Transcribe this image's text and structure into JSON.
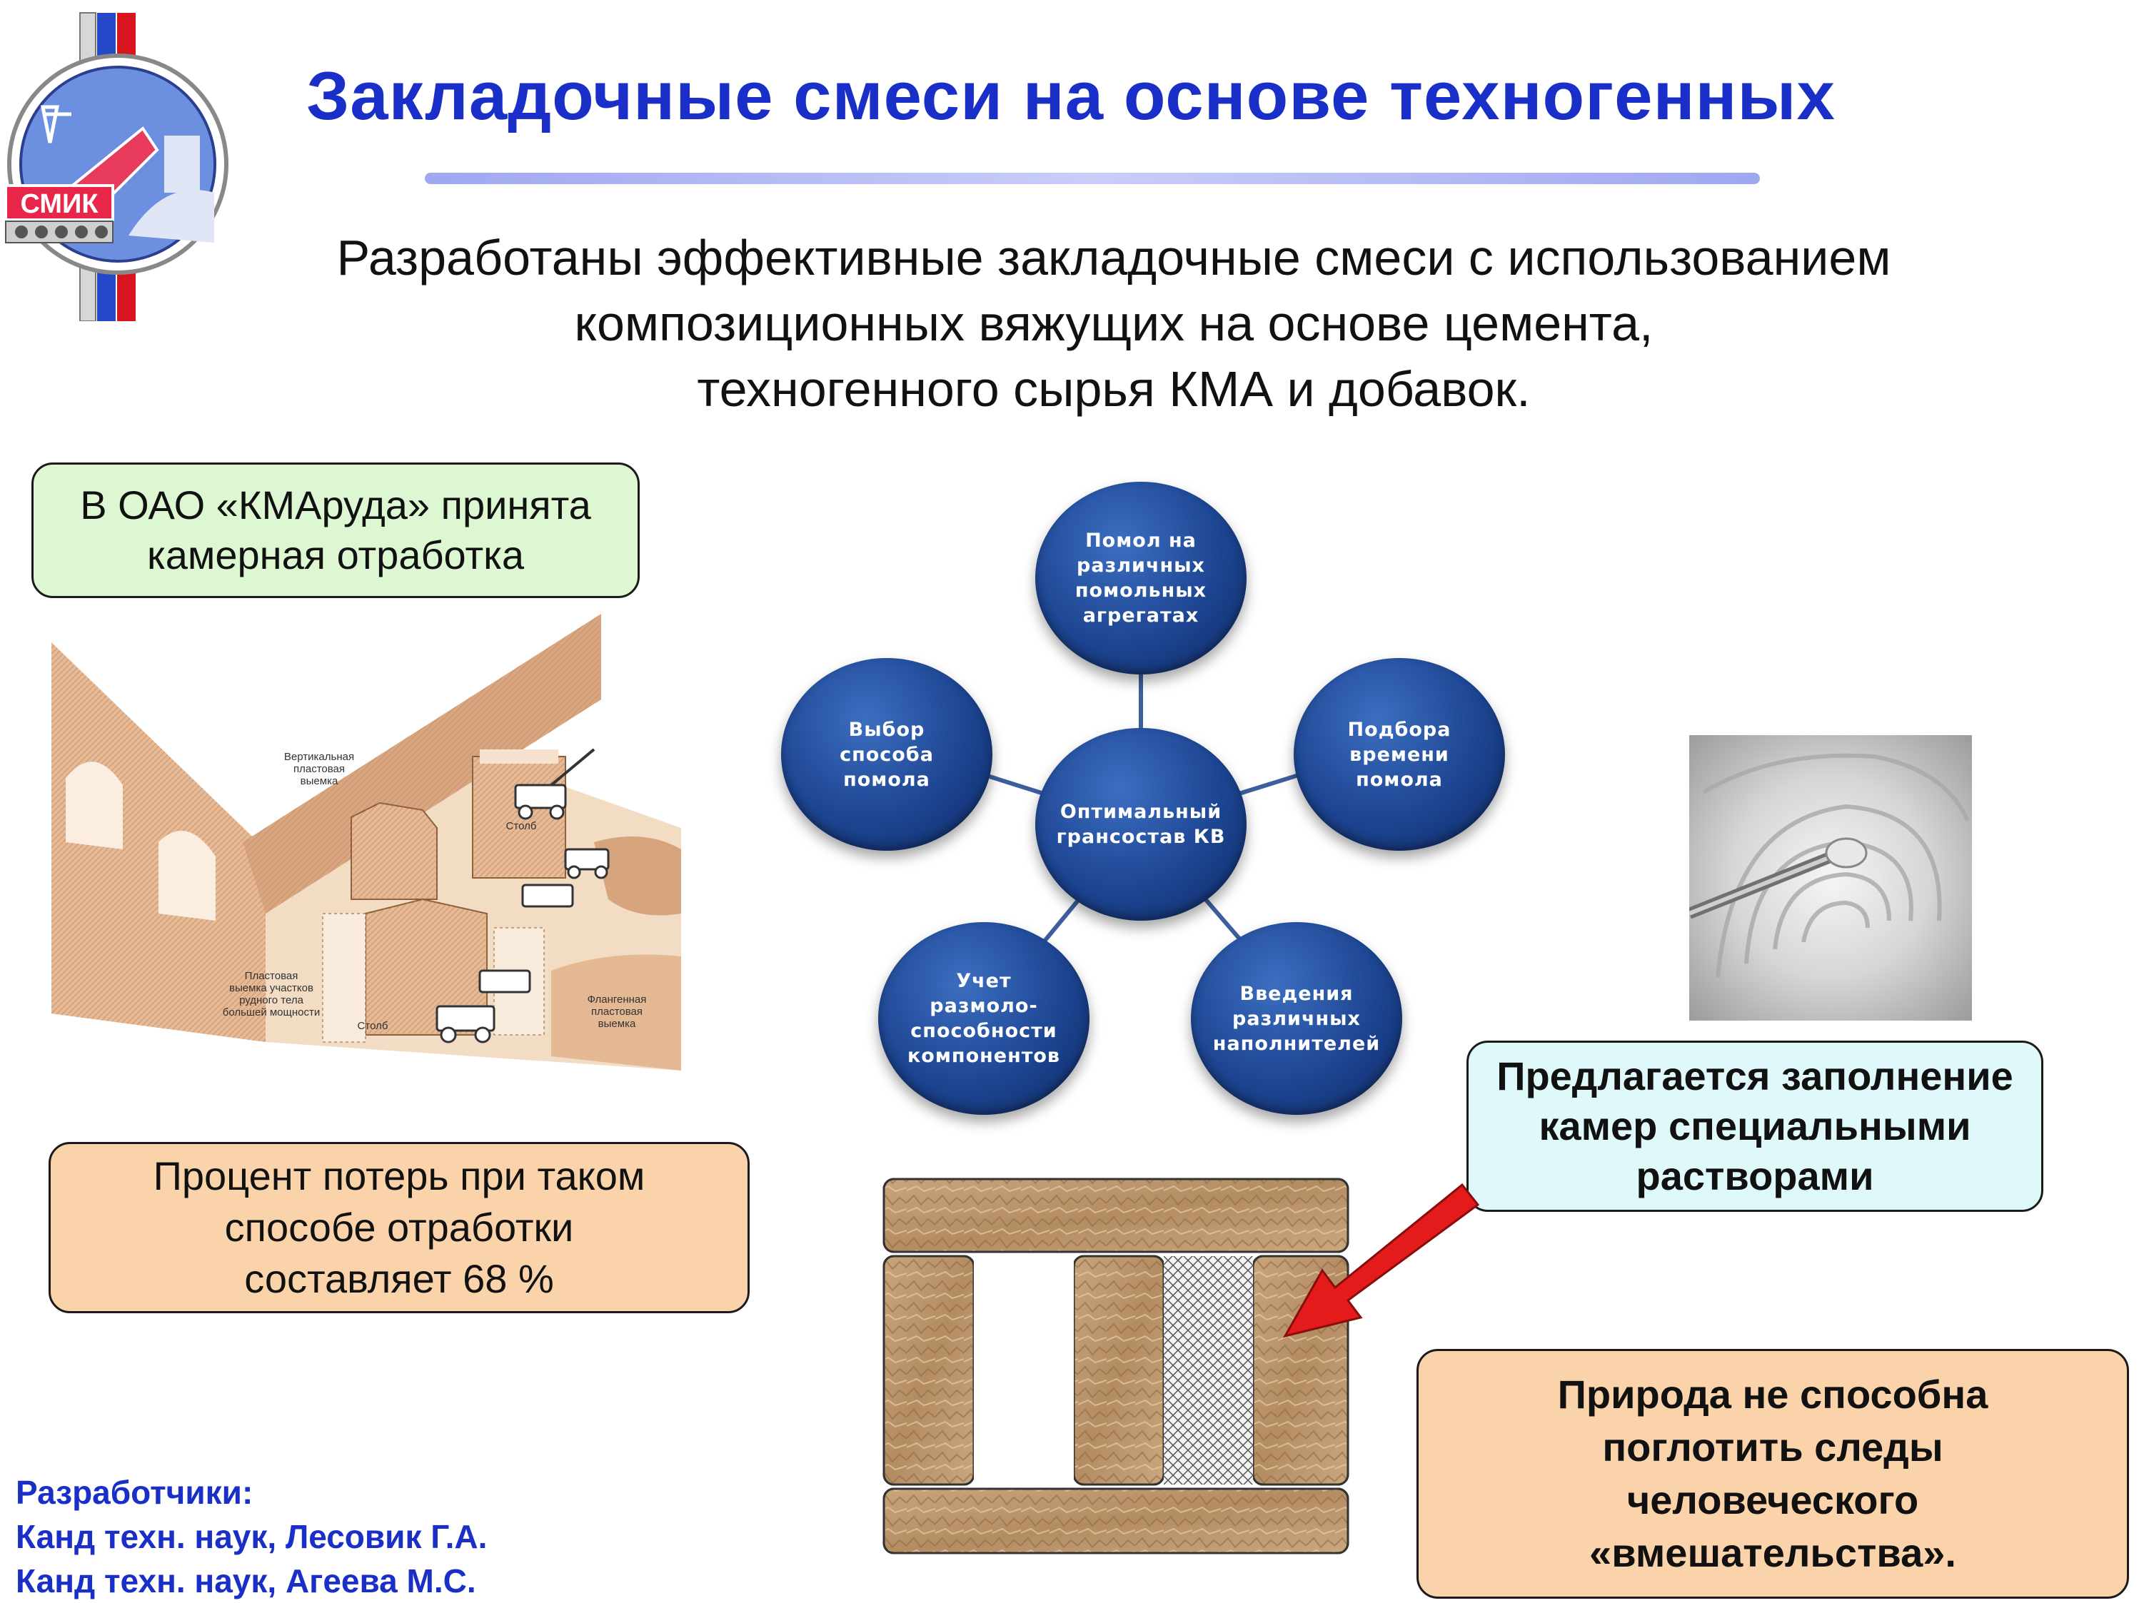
{
  "logo": {
    "text": "СМИК"
  },
  "title": "Закладочные смеси на основе техногенных",
  "subtitle": [
    "Разработаны эффективные закладочные смеси с использованием",
    "композиционных вяжущих на основе цемента,",
    "техногенного сырья КМА и добавок."
  ],
  "box_kmaruda": [
    "В ОАО «КМАруда» принята",
    "камерная отработка"
  ],
  "box_loss": [
    "Процент потерь при таком",
    "способе отработки",
    "составляет 68 %"
  ],
  "box_proposal": [
    "Предлагается заполнение",
    "камер специальными",
    "растворами"
  ],
  "box_nature": [
    "Природа не способна",
    "поглотить следы",
    "человеческого",
    "«вмешательства»."
  ],
  "mine_labels": {
    "vertical": [
      "Вертикальная",
      "пластовая",
      "выемка"
    ],
    "pillar_top": "Столб",
    "plastic": [
      "Пластовая",
      "выемка участков",
      "рудного тела",
      "большей мощности"
    ],
    "pillar_bottom": "Столб",
    "flank": [
      "Флангенная",
      "пластовая",
      "выемка"
    ]
  },
  "network": {
    "center": [
      "Оптимальный",
      "грансостав КВ"
    ],
    "top": [
      "Помол на",
      "различных",
      "помольных",
      "агрегатах"
    ],
    "left": [
      "Выбор",
      "способа",
      "помола"
    ],
    "right": [
      "Подбора",
      "времени",
      "помола"
    ],
    "bottom_left": [
      "Учет",
      "размоло-",
      "способности",
      "компонентов"
    ],
    "bottom_right": [
      "Введения",
      "различных",
      "наполнителей"
    ]
  },
  "developers": [
    "Разработчики:",
    "Канд техн. наук, Лесовик Г.А.",
    "Канд техн. наук, Агеева М.С."
  ],
  "colors": {
    "title": "#1a2fc8",
    "node": "#1d4592",
    "box_green": "#dcf7d2",
    "box_orange": "#fad3ab",
    "box_cyan": "#dff9fb",
    "arrow": "#e31b1b"
  }
}
